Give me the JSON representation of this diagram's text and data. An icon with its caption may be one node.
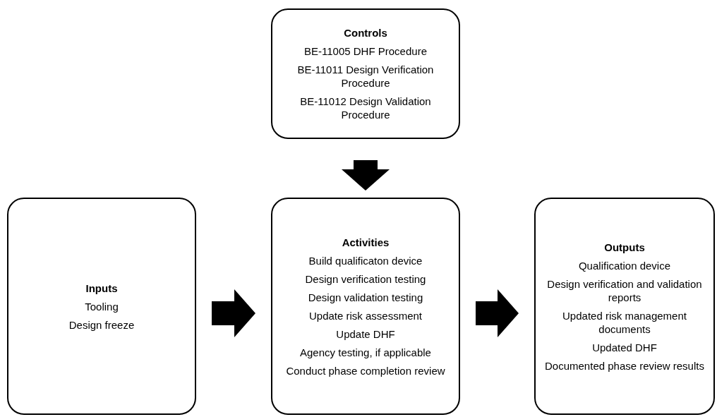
{
  "diagram": {
    "nodes": [
      {
        "text": [
          "Controls",
          "BE-11005 DHF Procedure",
          "BE-11011 Design Verification Procedure",
          "BE-11012 Design Validation Procedure"
        ]
      },
      {
        "text": [
          "Inputs",
          "Tooling",
          "Design freeze"
        ]
      },
      {
        "text": [
          "Activities",
          "Build qualificaton device",
          "Design verification testing",
          "Design validation testing",
          "Update risk assessment",
          "Update DHF",
          "Agency testing, if applicable",
          "Conduct phase completion review"
        ]
      },
      {
        "text": [
          "Outputs",
          "Qualification device",
          "Design verification and validation reports",
          "Updated risk management documents",
          "Updated DHF",
          "Documented phase review results"
        ]
      }
    ],
    "edges": [
      {
        "from": 0,
        "to": 2,
        "arrow": "to",
        "style": "thick"
      },
      {
        "from": 1,
        "to": 2,
        "arrow": "to",
        "style": "thick"
      },
      {
        "from": 2,
        "to": 3,
        "arrow": "to",
        "style": "thick"
      }
    ]
  }
}
